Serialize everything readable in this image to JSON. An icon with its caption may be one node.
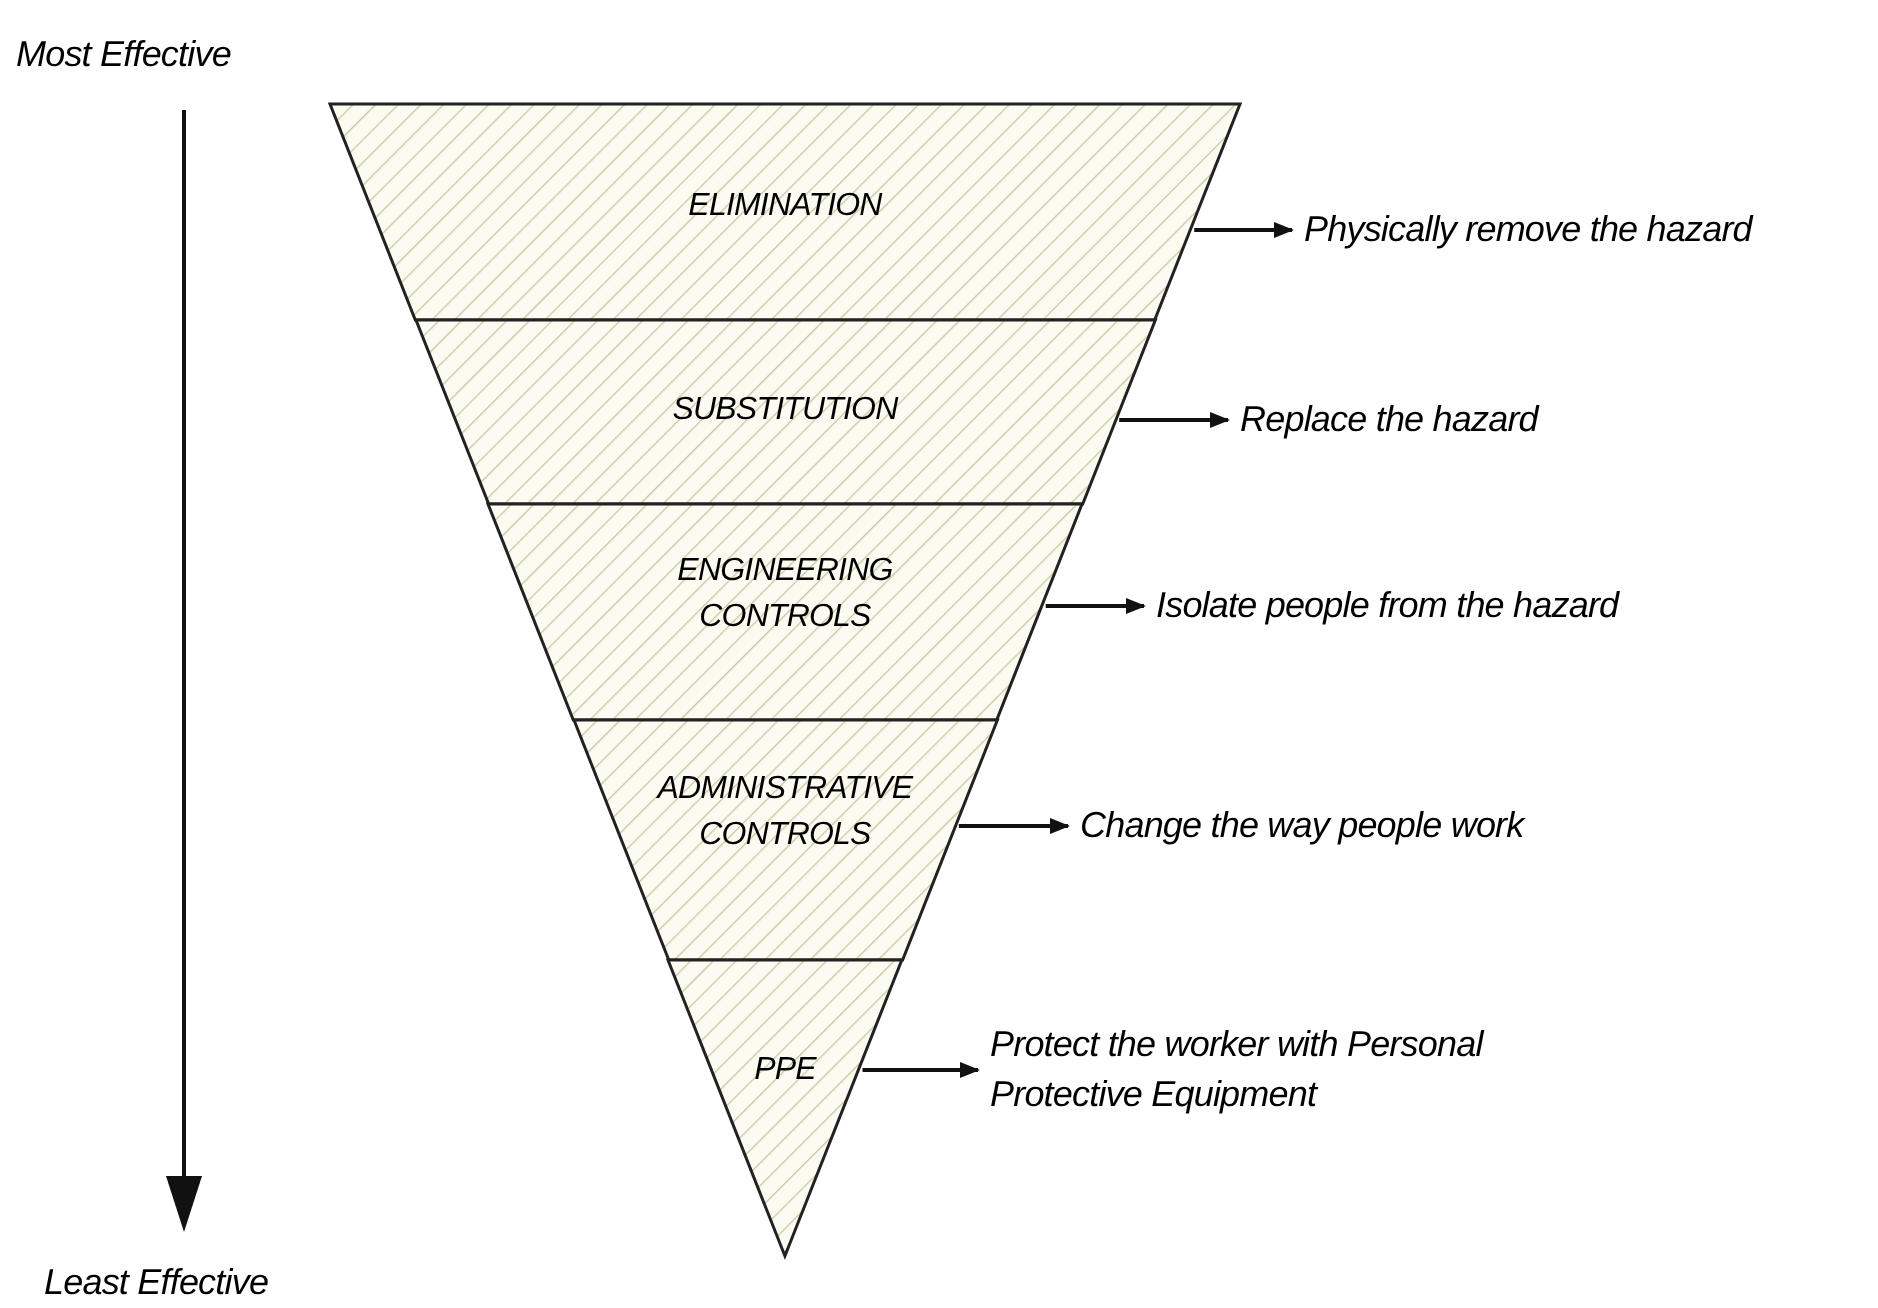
{
  "diagram": {
    "nodes": [
      {
        "text": [
          "ELIMINATION"
        ]
      },
      {
        "text": [
          "SUBSTITUTION"
        ]
      },
      {
        "text": [
          "ENGINEERING CONTROLS"
        ]
      },
      {
        "text": [
          "ADMINISTRATIVE CONTROLS"
        ]
      },
      {
        "text": [
          "PPE"
        ]
      },
      {
        "text": [
          "Physically remove the hazard"
        ]
      },
      {
        "text": [
          "Replace the hazard"
        ]
      },
      {
        "text": [
          "Isolate people from the hazard"
        ]
      },
      {
        "text": [
          "Change the way people work"
        ]
      },
      {
        "text": [
          "Protect the worker with Personal Protective Equipment"
        ]
      }
    ],
    "edges": [
      {
        "from": 0,
        "to": 5,
        "arrow": "to"
      },
      {
        "from": 1,
        "to": 6,
        "arrow": "to"
      },
      {
        "from": 2,
        "to": 7,
        "arrow": "to"
      },
      {
        "from": 3,
        "to": 8,
        "arrow": "to"
      },
      {
        "from": 4,
        "to": 9,
        "arrow": "to"
      }
    ],
    "labels": [
      "Most Effective",
      "Least Effective"
    ]
  }
}
